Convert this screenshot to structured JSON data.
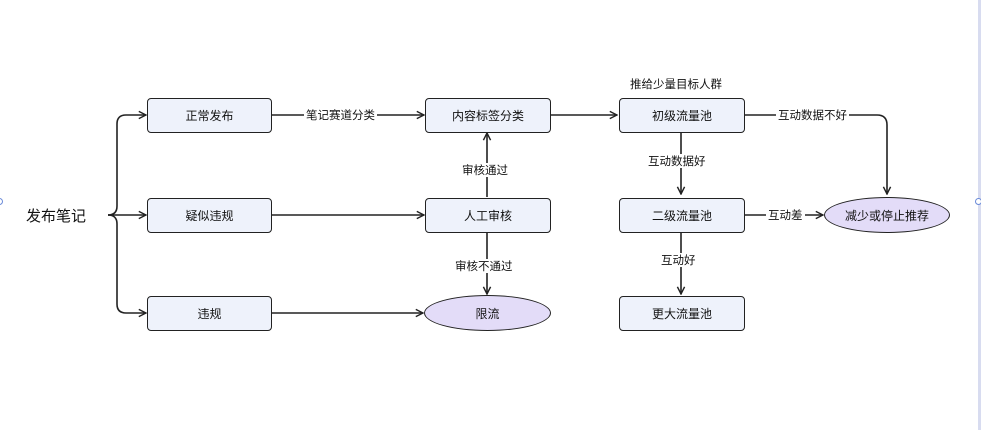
{
  "root": {
    "label": "发布笔记"
  },
  "nodes": {
    "normal_publish": "正常发布",
    "suspected_violation": "疑似违规",
    "violation": "违规",
    "content_tagging": "内容标签分类",
    "manual_review": "人工审核",
    "throttle": "限流",
    "tier1_pool": "初级流量池",
    "tier2_pool": "二级流量池",
    "bigger_pool": "更大流量池",
    "reduce_stop": "减少或停止推荐"
  },
  "edge_labels": {
    "note_track": "笔记赛道分类",
    "review_pass": "审核通过",
    "review_fail": "审核不通过",
    "push_few": "推给少量目标人群",
    "interaction_good": "互动数据好",
    "interaction_bad": "互动数据不好",
    "interaction_poor": "互动差",
    "interaction_ok": "互动好"
  },
  "colors": {
    "box_fill": "#eef2fb",
    "ellipse_fill": "#e3dcf8",
    "stroke": "#222222"
  }
}
